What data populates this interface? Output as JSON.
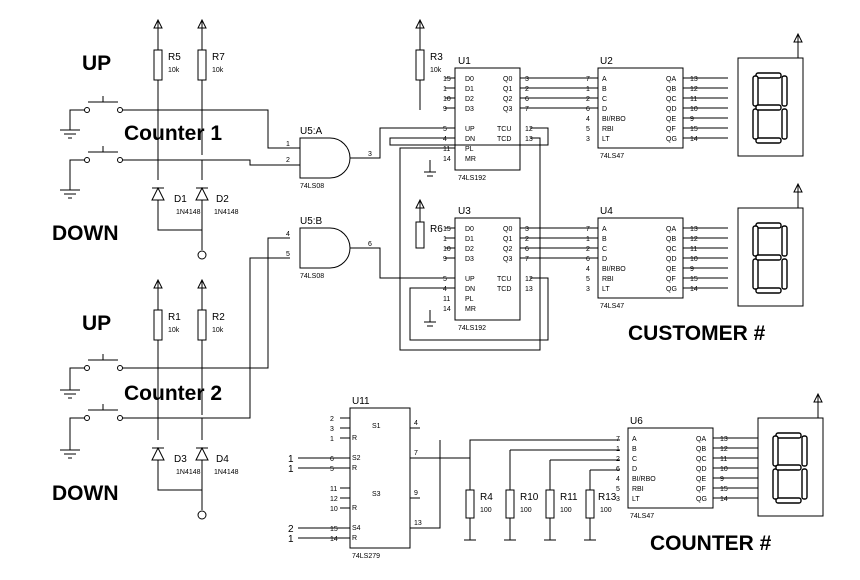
{
  "labels": {
    "up_1": "UP",
    "counter_1": "Counter 1",
    "down_1": "DOWN",
    "up_2": "UP",
    "counter_2": "Counter 2",
    "down_2": "DOWN",
    "customer": "CUSTOMER #",
    "counter": "COUNTER #"
  },
  "parts": {
    "r5": "R5",
    "r7": "R7",
    "r3": "R3",
    "r6": "R6",
    "r1": "R1",
    "r2": "R2",
    "r4": "R4",
    "r10": "R10",
    "r11": "R11",
    "r13": "R13",
    "val_10k": "10k",
    "val_100": "100",
    "d1": "D1",
    "d2": "D2",
    "d3": "D3",
    "d4": "D4",
    "diode_type": "1N4148",
    "u1": "U1",
    "u2": "U2",
    "u3": "U3",
    "u4": "U4",
    "u6": "U6",
    "u11": "U11",
    "u5a": "U5:A",
    "u5b": "U5:B",
    "ls08": "74LS08",
    "ls192": "74LS192",
    "ls47": "74LS47",
    "ls279": "74LS279"
  },
  "pins_192": {
    "in": [
      "D0",
      "D1",
      "D2",
      "D3"
    ],
    "out": [
      "Q0",
      "Q1",
      "Q2",
      "Q3"
    ],
    "ctl": [
      "UP",
      "DN",
      "PL",
      "MR"
    ],
    "tc": [
      "TCU",
      "TCD"
    ]
  },
  "pins_47": {
    "in": [
      "A",
      "B",
      "C",
      "D",
      "BI/RBO",
      "RBI",
      "LT"
    ],
    "out": [
      "QA",
      "QB",
      "QC",
      "QD",
      "QE",
      "QF",
      "QG"
    ]
  },
  "pins_279": {
    "sr": [
      "S1",
      "R",
      "S2",
      "R",
      "S3",
      "R",
      "S4",
      "R"
    ]
  },
  "gate": {
    "a_pins": [
      "1",
      "2",
      "3"
    ],
    "b_pins": [
      "4",
      "5",
      "6"
    ]
  },
  "pin_numbers": {
    "u192_in": [
      "15",
      "1",
      "10",
      "9"
    ],
    "u192_out": [
      "3",
      "2",
      "6",
      "7"
    ],
    "u192_ctl": [
      "5",
      "4",
      "11",
      "14"
    ],
    "u192_tc": [
      "12",
      "13"
    ],
    "u47_in": [
      "7",
      "1",
      "2",
      "6",
      "4",
      "5",
      "3"
    ],
    "u47_out": [
      "13",
      "12",
      "11",
      "10",
      "9",
      "15",
      "14"
    ],
    "u11_left": [
      "2",
      "3",
      "1",
      "6",
      "5",
      "11",
      "12",
      "10",
      "15",
      "14"
    ],
    "u11_right": [
      "4",
      "7",
      "9",
      "13"
    ],
    "src_1": "1",
    "src_2": "2"
  }
}
